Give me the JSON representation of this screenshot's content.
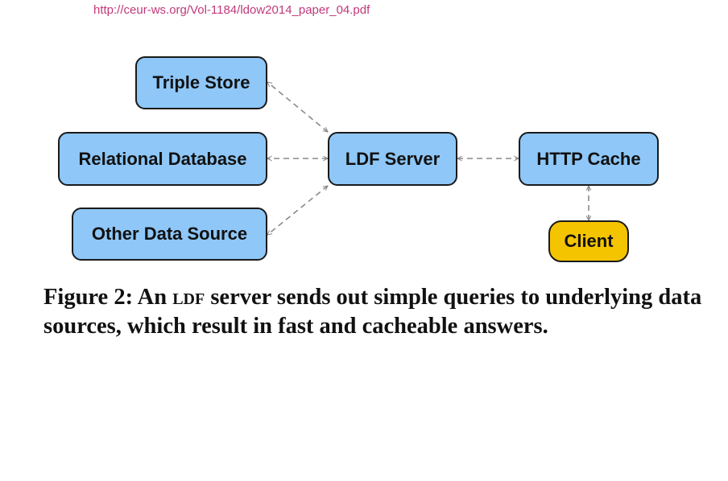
{
  "source_url": "http://ceur-ws.org/Vol-1184/ldow2014_paper_04.pdf",
  "nodes": {
    "triple_store": "Triple Store",
    "relational_database": "Relational Database",
    "other_data_source": "Other Data Source",
    "ldf_server": "LDF Server",
    "http_cache": "HTTP Cache",
    "client": "Client"
  },
  "colors": {
    "node_fill": "#8ec7f8",
    "client_fill": "#f5c400",
    "edge": "#8a8a8a",
    "url": "#c0397a"
  },
  "edges": [
    {
      "from": "ldf_server",
      "to": "triple_store",
      "style": "dashed",
      "arrows": "both"
    },
    {
      "from": "ldf_server",
      "to": "relational_database",
      "style": "dashed",
      "arrows": "both"
    },
    {
      "from": "ldf_server",
      "to": "other_data_source",
      "style": "dashed",
      "arrows": "both"
    },
    {
      "from": "ldf_server",
      "to": "http_cache",
      "style": "dashed",
      "arrows": "both"
    },
    {
      "from": "http_cache",
      "to": "client",
      "style": "dashed",
      "arrows": "both"
    }
  ],
  "caption": {
    "label": "Figure 2:",
    "text_before": "An",
    "abbrev": "LDF",
    "text_after": "server sends out simple queries to underlying data sources, which result in fast and cacheable answers."
  }
}
